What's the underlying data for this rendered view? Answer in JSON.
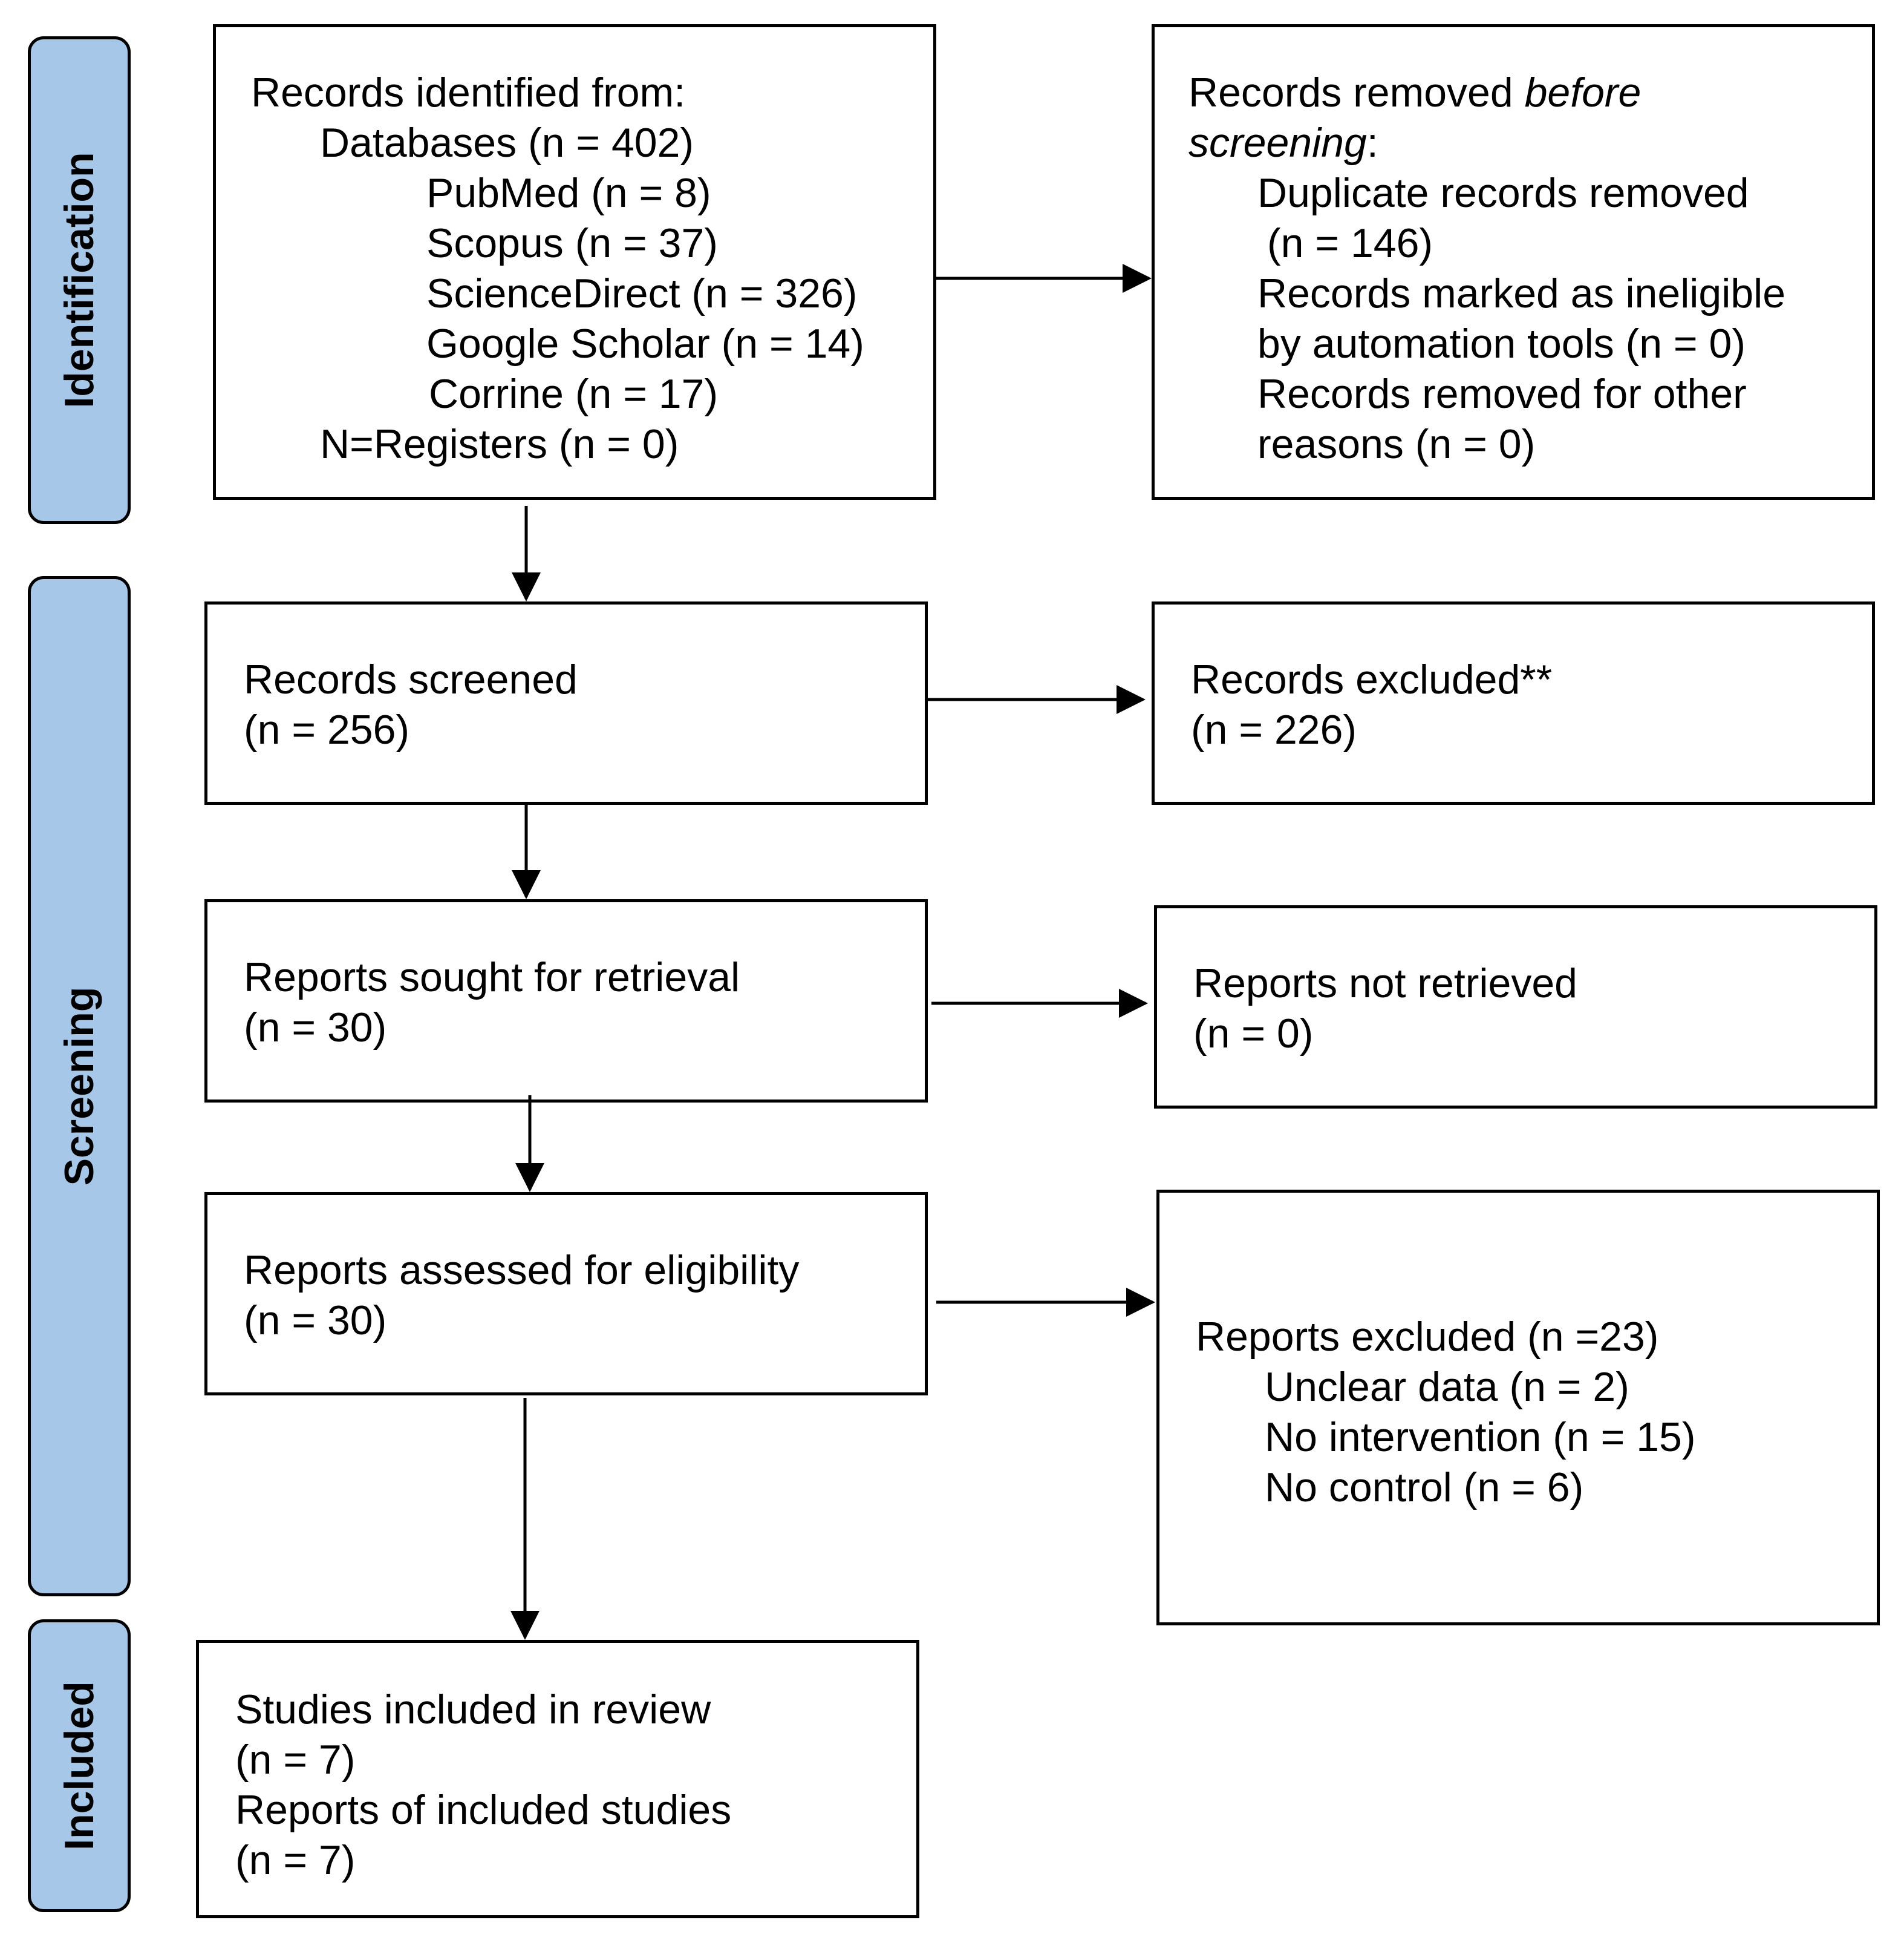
{
  "stages": {
    "identification": "Identification",
    "screening": "Screening",
    "included": "Included"
  },
  "identified": {
    "heading": "Records identified from:",
    "databases": "Databases (n = 402)",
    "pubmed": "PubMed (n = 8)",
    "scopus": "Scopus (n = 37)",
    "sciencedirect": "ScienceDirect (n = 326)",
    "google_scholar": "Google Scholar (n = 14)",
    "corrine": "Corrine (n = 17)",
    "registers": "N=Registers (n = 0)"
  },
  "removed": {
    "heading_plain": "Records removed ",
    "heading_italic": "before",
    "heading_italic_2": "screening",
    "heading_colon": ":",
    "duplicates": "Duplicate records removed",
    "duplicates_n": "(n = 146)",
    "ineligible": "Records marked as ineligible",
    "ineligible_2": "by automation tools (n = 0)",
    "other": "Records removed for other",
    "other_2": "reasons (n = 0)"
  },
  "screened": {
    "label": "Records screened",
    "count": "(n = 256)"
  },
  "excluded": {
    "label": "Records excluded**",
    "count": "(n = 226)"
  },
  "sought": {
    "label": "Reports sought for retrieval",
    "count": "(n = 30)"
  },
  "not_retrieved": {
    "label": "Reports not retrieved",
    "count": "(n = 0)"
  },
  "assessed": {
    "label": "Reports assessed for eligibility",
    "count": "(n = 30)"
  },
  "reports_excluded": {
    "label": "Reports excluded (n =23)",
    "unclear": "Unclear data (n = 2)",
    "no_intervention": "No intervention (n = 15)",
    "no_control": "No control (n = 6)"
  },
  "included": {
    "studies": "Studies included in review",
    "studies_n": "(n = 7)",
    "reports": "Reports of included studies",
    "reports_n": "(n = 7)"
  }
}
